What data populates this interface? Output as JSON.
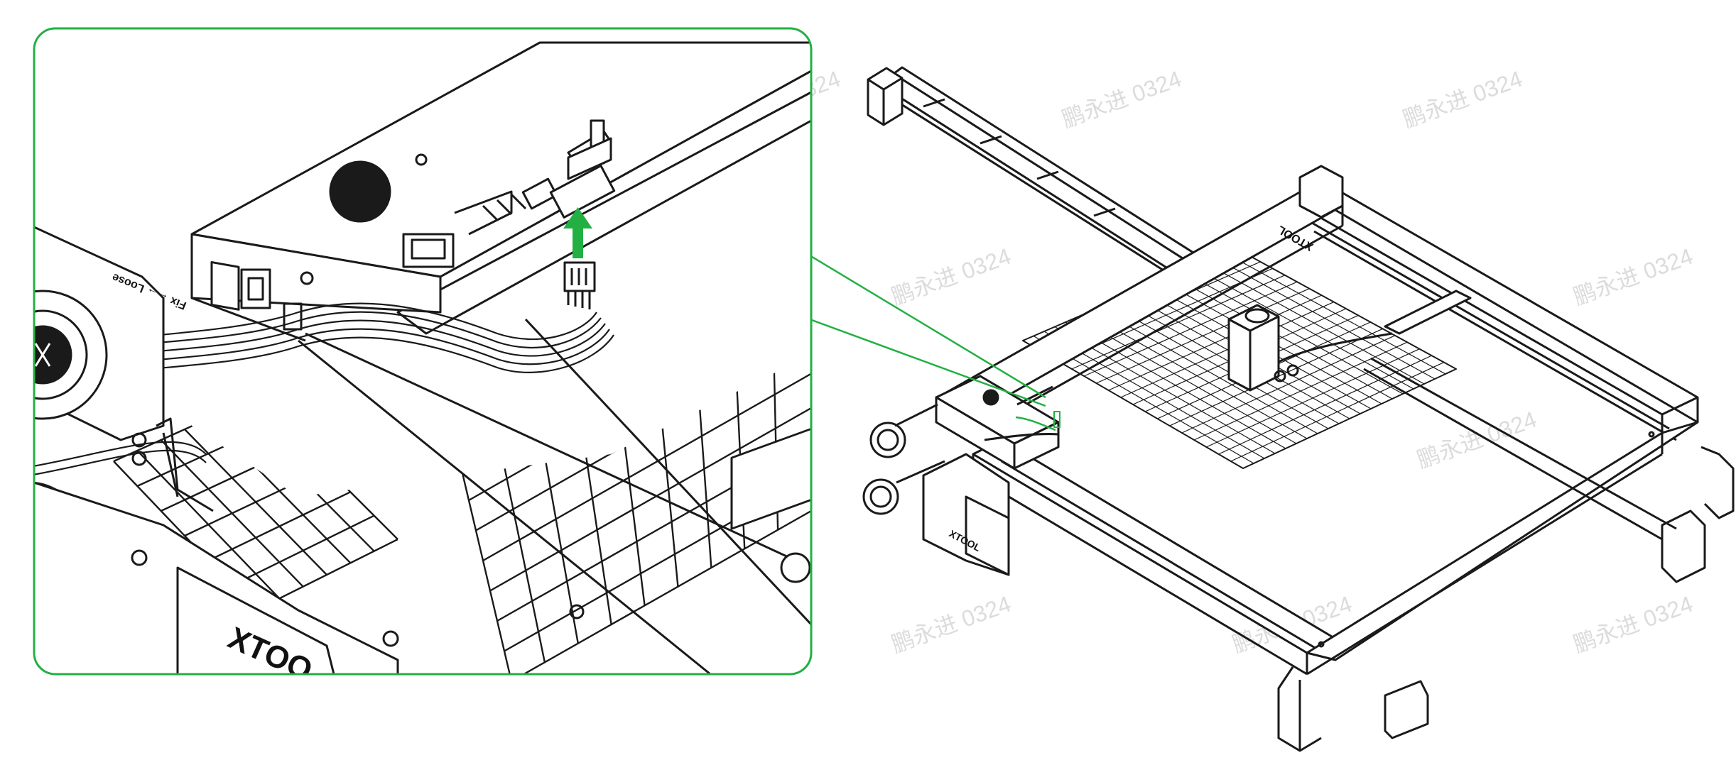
{
  "diagram": {
    "inset_label_rear": "Fix ←→ Loose",
    "brand_logo_main": "XTOOL",
    "brand_logo_inset": "XTOO",
    "brand_logo_rail": "XTOOL",
    "watermark_text": "鹏永进 0324",
    "colors": {
      "callout_green": "#22b043",
      "line": "#1a1a1a"
    }
  }
}
